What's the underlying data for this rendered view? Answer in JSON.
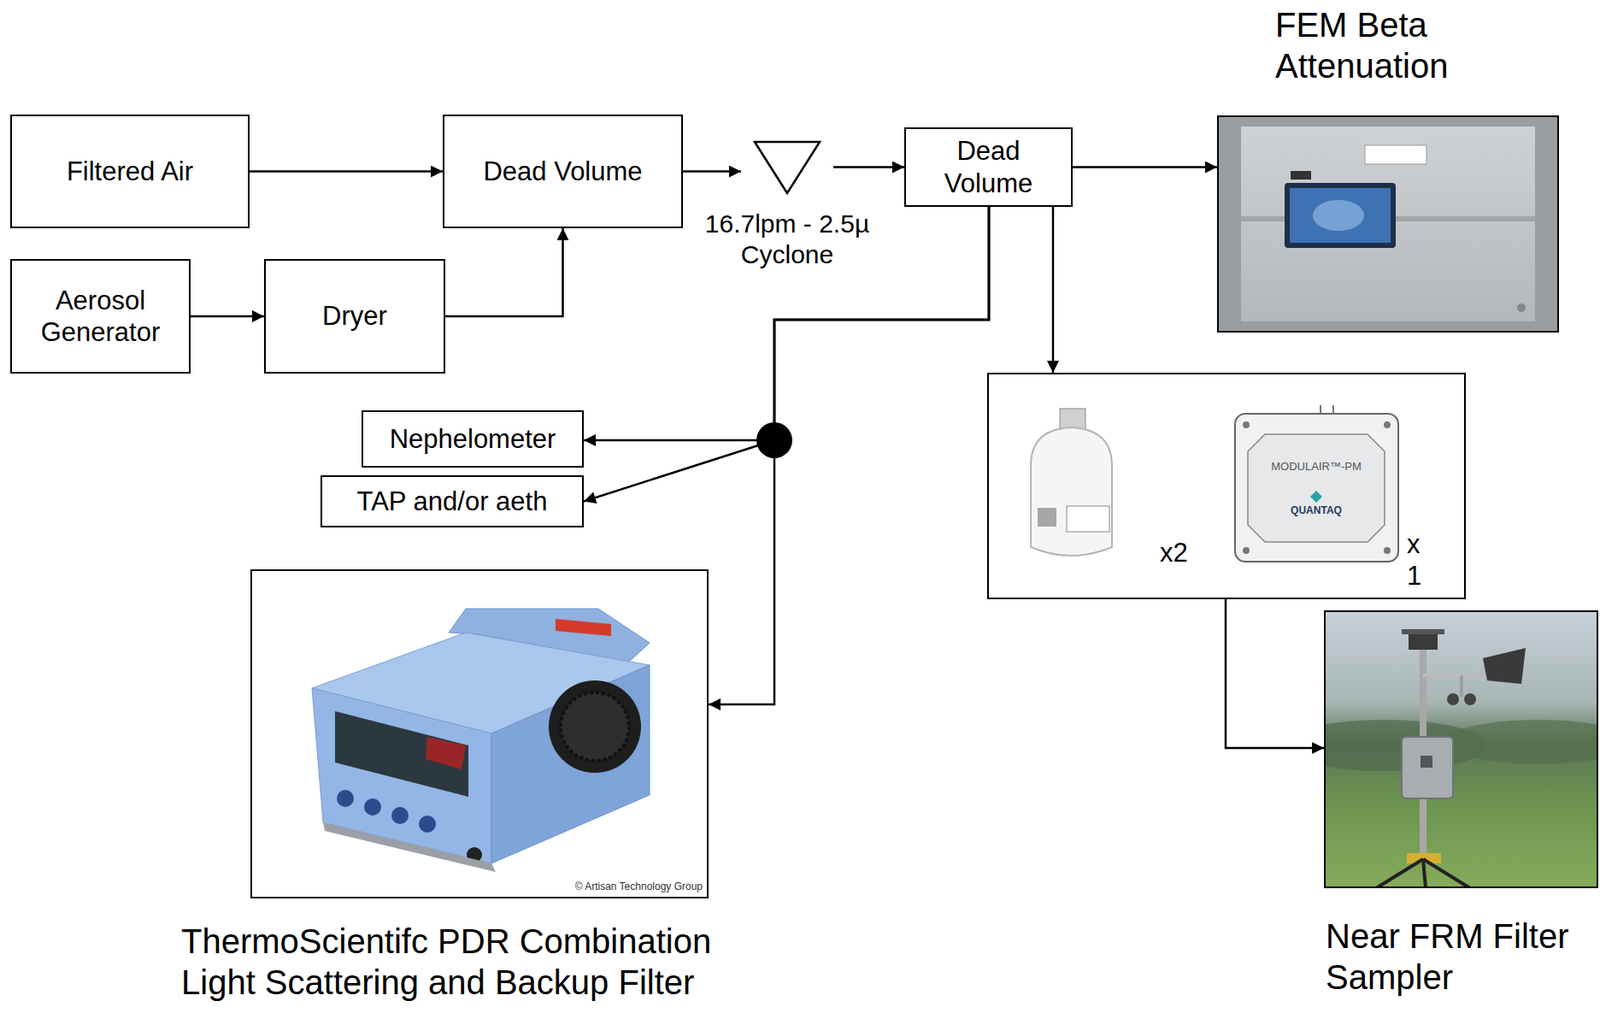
{
  "diagram": {
    "nodes": [
      {
        "text": [
          "Filtered Air"
        ]
      },
      {
        "text": [
          "Dead Volume"
        ]
      },
      {
        "text": [
          "Aerosol Generator"
        ]
      },
      {
        "text": [
          "Dryer"
        ]
      },
      {
        "text": [
          "16.7lpm - 2.5µ Cyclone"
        ]
      },
      {
        "text": [
          "Dead Volume"
        ]
      },
      {
        "text": [
          "FEM Beta Attenuation"
        ]
      },
      {
        "text": [
          "Nephelometer"
        ]
      },
      {
        "text": [
          "TAP and/or aeth"
        ]
      },
      {
        "text": [
          "ThermoScientifc PDR Combination Light Scattering and Backup Filter"
        ]
      },
      {
        "text": [
          "x2",
          "x 1"
        ]
      },
      {
        "text": [
          "Near FRM Filter Sampler"
        ]
      }
    ],
    "edges": [
      {
        "from": 0,
        "to": 1,
        "arrow": "to"
      },
      {
        "from": 2,
        "to": 3,
        "arrow": "to"
      },
      {
        "from": 3,
        "to": 1,
        "arrow": "to"
      },
      {
        "from": 1,
        "to": 4,
        "arrow": "to"
      },
      {
        "from": 4,
        "to": 5,
        "arrow": "to"
      },
      {
        "from": 5,
        "to": 6,
        "arrow": "to"
      },
      {
        "from": 5,
        "to": 7,
        "arrow": "to"
      },
      {
        "from": 5,
        "to": 8,
        "arrow": "to"
      },
      {
        "from": 5,
        "to": 9,
        "arrow": "to"
      },
      {
        "from": 5,
        "to": 10,
        "arrow": "to"
      },
      {
        "from": 10,
        "to": 11,
        "arrow": "to"
      }
    ],
    "labels": [
      "MODULAIR™-PM",
      "QUANTAQ",
      "© Artisan Technology Group"
    ]
  }
}
